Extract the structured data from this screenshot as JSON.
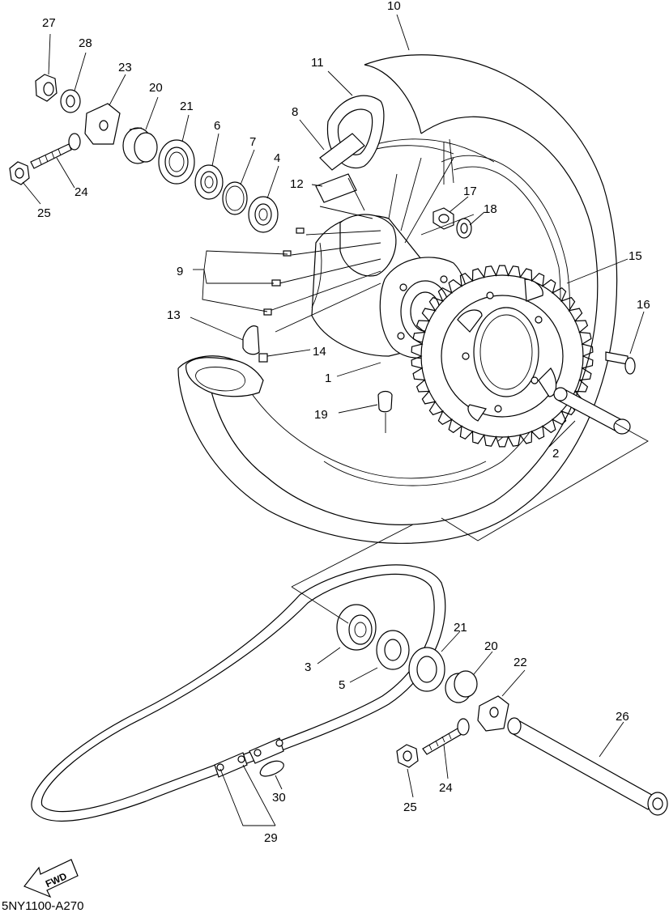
{
  "diagram_code": "5NY1100-A270",
  "fwd_label": "FWD",
  "callouts": {
    "c1": "1",
    "c2": "2",
    "c3": "3",
    "c4": "4",
    "c5": "5",
    "c6": "6",
    "c7": "7",
    "c8": "8",
    "c9": "9",
    "c10": "10",
    "c11": "11",
    "c12": "12",
    "c13": "13",
    "c14": "14",
    "c15": "15",
    "c16": "16",
    "c17": "17",
    "c18": "18",
    "c19": "19",
    "c20a": "20",
    "c20b": "20",
    "c21a": "21",
    "c21b": "21",
    "c22": "22",
    "c23": "23",
    "c24a": "24",
    "c24b": "24",
    "c25a": "25",
    "c25b": "25",
    "c26": "26",
    "c27": "27",
    "c28": "28",
    "c29": "29",
    "c30": "30"
  }
}
